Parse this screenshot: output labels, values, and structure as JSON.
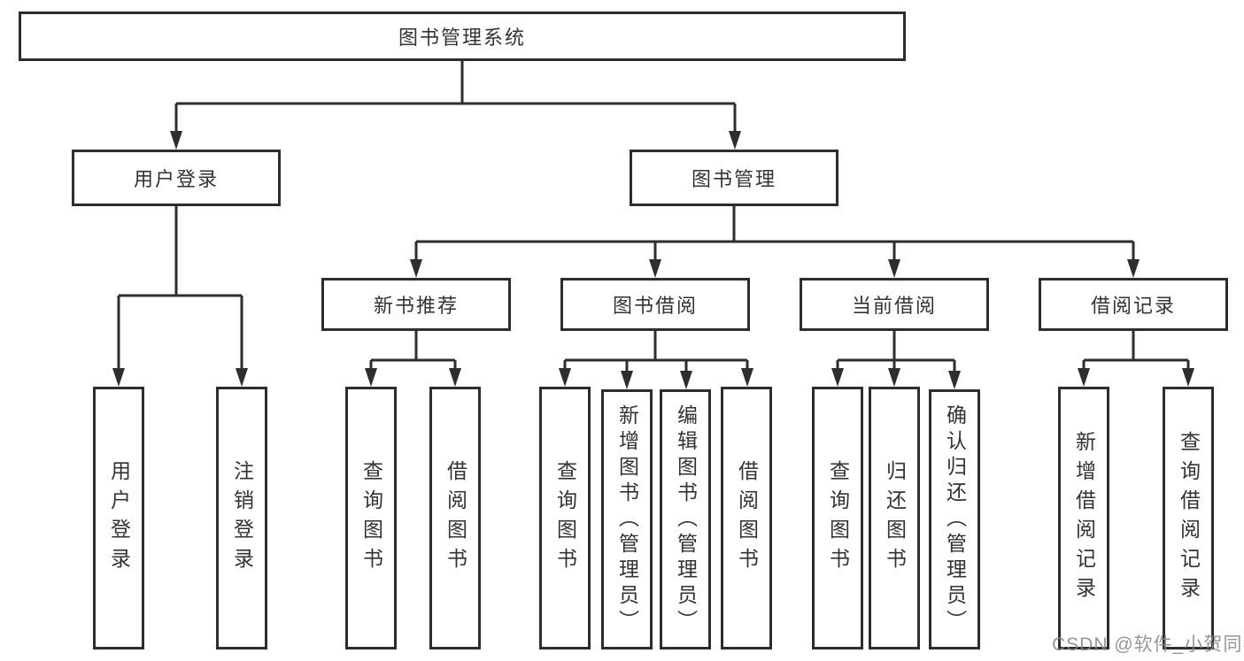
{
  "tree": {
    "root": {
      "label": "图书管理系统",
      "children": [
        {
          "label": "用户登录",
          "children": [
            {
              "label": "用户登录"
            },
            {
              "label": "注销登录"
            }
          ]
        },
        {
          "label": "图书管理",
          "children": [
            {
              "label": "新书推荐",
              "children": [
                {
                  "label": "查询图书"
                },
                {
                  "label": "借阅图书"
                }
              ]
            },
            {
              "label": "图书借阅",
              "children": [
                {
                  "label": "查询图书"
                },
                {
                  "label": "新增图书（管理员）"
                },
                {
                  "label": "编辑图书（管理员）"
                },
                {
                  "label": "借阅图书"
                }
              ]
            },
            {
              "label": "当前借阅",
              "children": [
                {
                  "label": "查询图书"
                },
                {
                  "label": "归还图书"
                },
                {
                  "label": "确认归还（管理员）"
                }
              ]
            },
            {
              "label": "借阅记录",
              "children": [
                {
                  "label": "新增借阅记录"
                },
                {
                  "label": "查询借阅记录"
                }
              ]
            }
          ]
        }
      ]
    }
  },
  "watermark": {
    "text": "CSDN @软件_小贺同学"
  },
  "colors": {
    "line": "#2e2e2e",
    "border": "#2d2d2d",
    "text": "#333333",
    "background": "#ffffff",
    "watermark": "#878787"
  }
}
